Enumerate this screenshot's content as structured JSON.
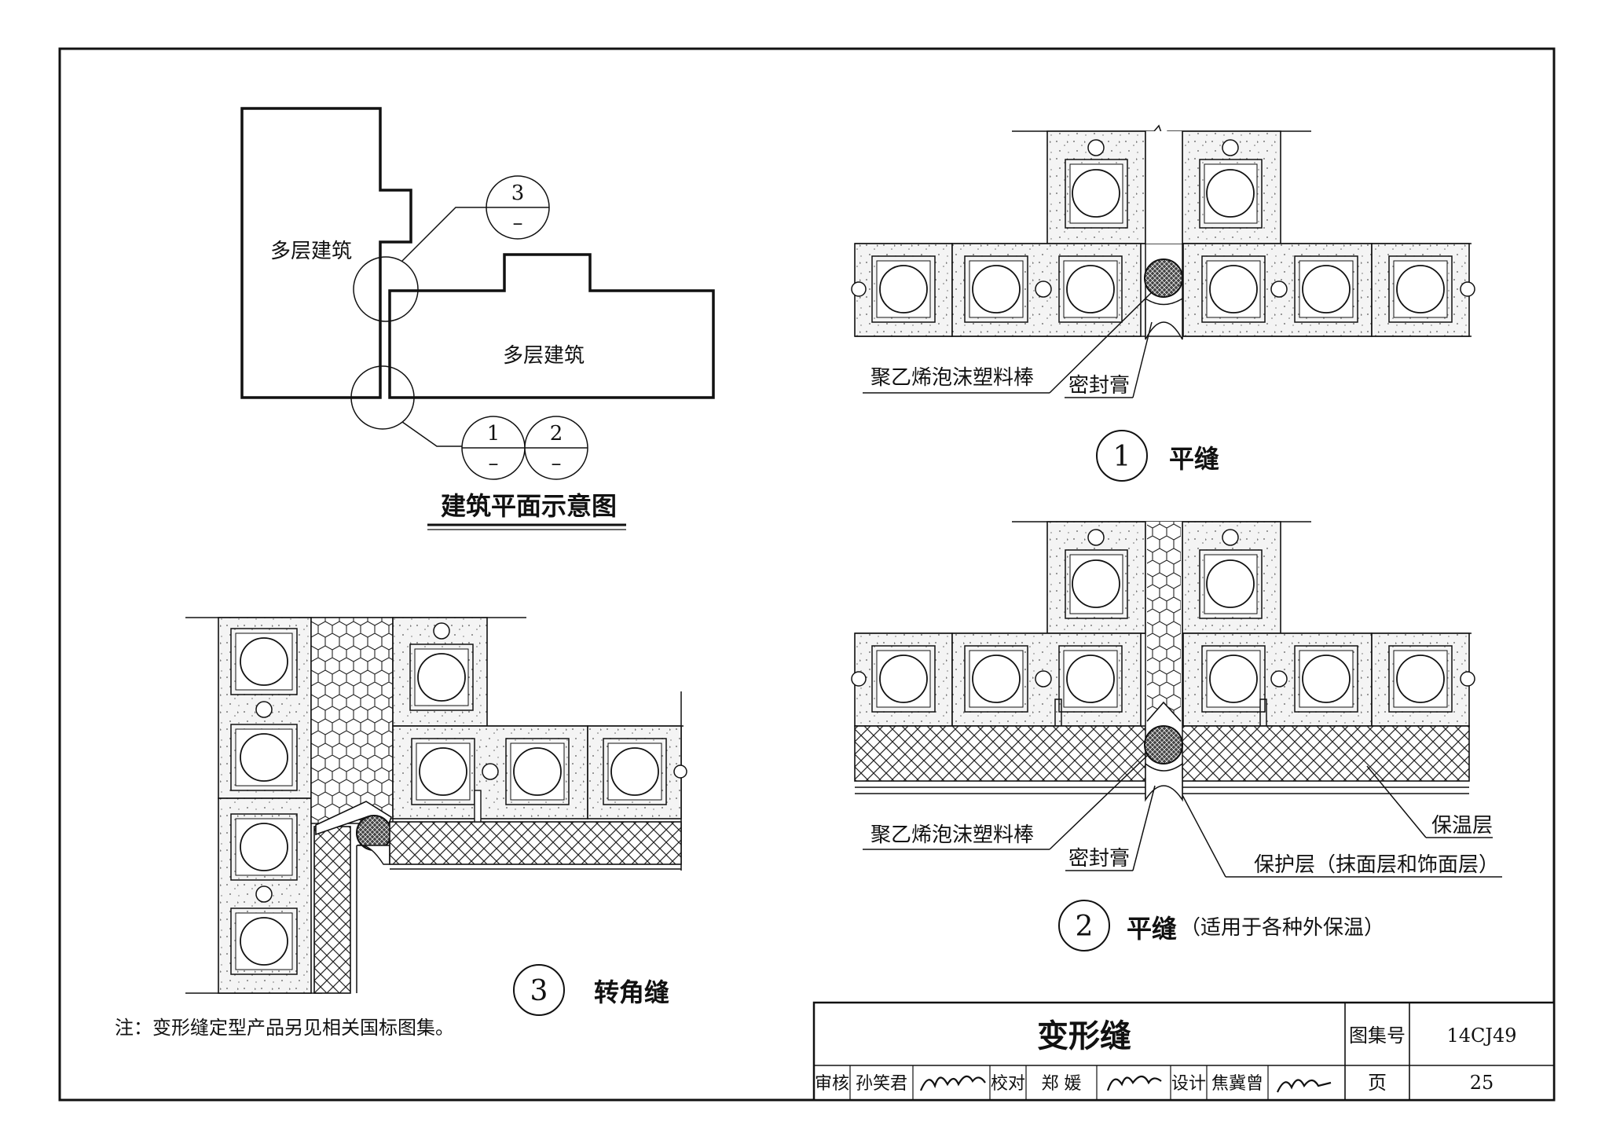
{
  "plan": {
    "building_a": "多层建筑",
    "building_b": "多层建筑",
    "ref_top": {
      "num": "3",
      "den": "–"
    },
    "ref_bottom_1": {
      "num": "1",
      "den": "–"
    },
    "ref_bottom_2": {
      "num": "2",
      "den": "–"
    },
    "title": "建筑平面示意图"
  },
  "detail1": {
    "callout_rod": "聚乙烯泡沫塑料棒",
    "callout_sealant": "密封膏",
    "number": "1",
    "title": "平缝"
  },
  "detail2": {
    "callout_rod": "聚乙烯泡沫塑料棒",
    "callout_sealant": "密封膏",
    "callout_insulation": "保温层",
    "callout_protect": "保护层（抹面层和饰面层）",
    "number": "2",
    "title": "平缝",
    "subtitle": "（适用于各种外保温）"
  },
  "detail3": {
    "number": "3",
    "title": "转角缝"
  },
  "note": "注：变形缝定型产品另见相关国标图集。",
  "title_block": {
    "drawing_title": "变形缝",
    "atlas_label": "图集号",
    "atlas_no": "14CJ49",
    "page_label": "页",
    "page_no": "25",
    "review_label": "审核",
    "reviewer": "孙笑君",
    "check_label": "校对",
    "checker": "郑  媛",
    "design_label": "设计",
    "designer": "焦冀曾"
  },
  "colors": {
    "line": "#111111",
    "fill": "#ffffff"
  }
}
